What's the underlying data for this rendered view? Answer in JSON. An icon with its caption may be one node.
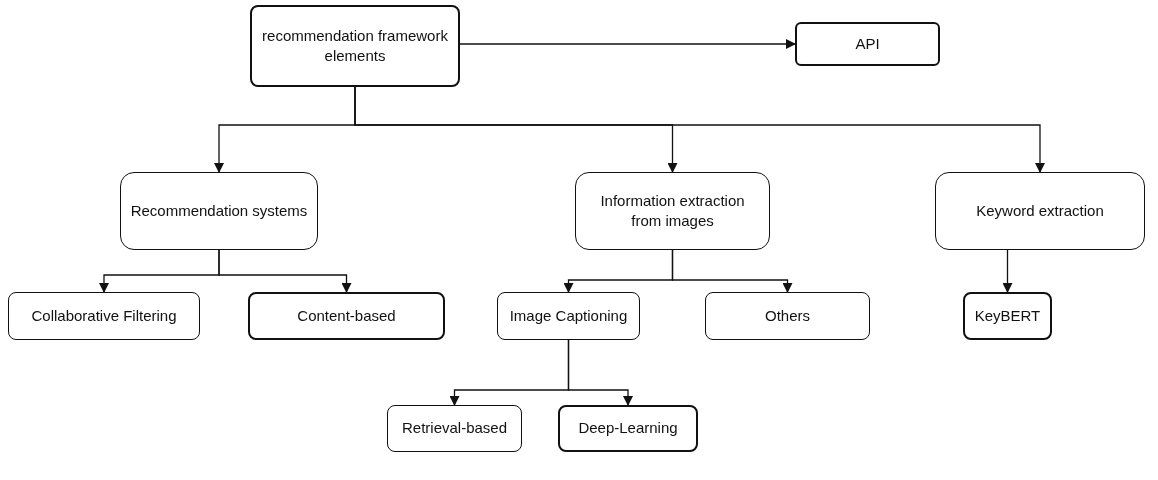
{
  "diagram": {
    "nodes": [
      {
        "text": [
          "recommendation framework elements"
        ]
      },
      {
        "text": [
          "API"
        ]
      },
      {
        "text": [
          "Recommendation systems"
        ]
      },
      {
        "text": [
          "Information extraction from images"
        ]
      },
      {
        "text": [
          "Keyword extraction"
        ]
      },
      {
        "text": [
          "Collaborative Filtering"
        ]
      },
      {
        "text": [
          "Content-based"
        ]
      },
      {
        "text": [
          "Image Captioning"
        ]
      },
      {
        "text": [
          "Others"
        ]
      },
      {
        "text": [
          "KeyBERT"
        ]
      },
      {
        "text": [
          "Retrieval-based"
        ]
      },
      {
        "text": [
          "Deep-Learning"
        ]
      }
    ],
    "edges": [
      {
        "from": 0,
        "to": 1,
        "arrow": "to"
      },
      {
        "from": 0,
        "to": 2,
        "arrow": "to"
      },
      {
        "from": 0,
        "to": 3,
        "arrow": "to"
      },
      {
        "from": 0,
        "to": 4,
        "arrow": "to"
      },
      {
        "from": 2,
        "to": 5,
        "arrow": "to"
      },
      {
        "from": 2,
        "to": 6,
        "arrow": "to"
      },
      {
        "from": 3,
        "to": 7,
        "arrow": "to"
      },
      {
        "from": 3,
        "to": 8,
        "arrow": "to"
      },
      {
        "from": 4,
        "to": 9,
        "arrow": "to"
      },
      {
        "from": 7,
        "to": 10,
        "arrow": "to"
      },
      {
        "from": 7,
        "to": 11,
        "arrow": "to"
      }
    ]
  }
}
